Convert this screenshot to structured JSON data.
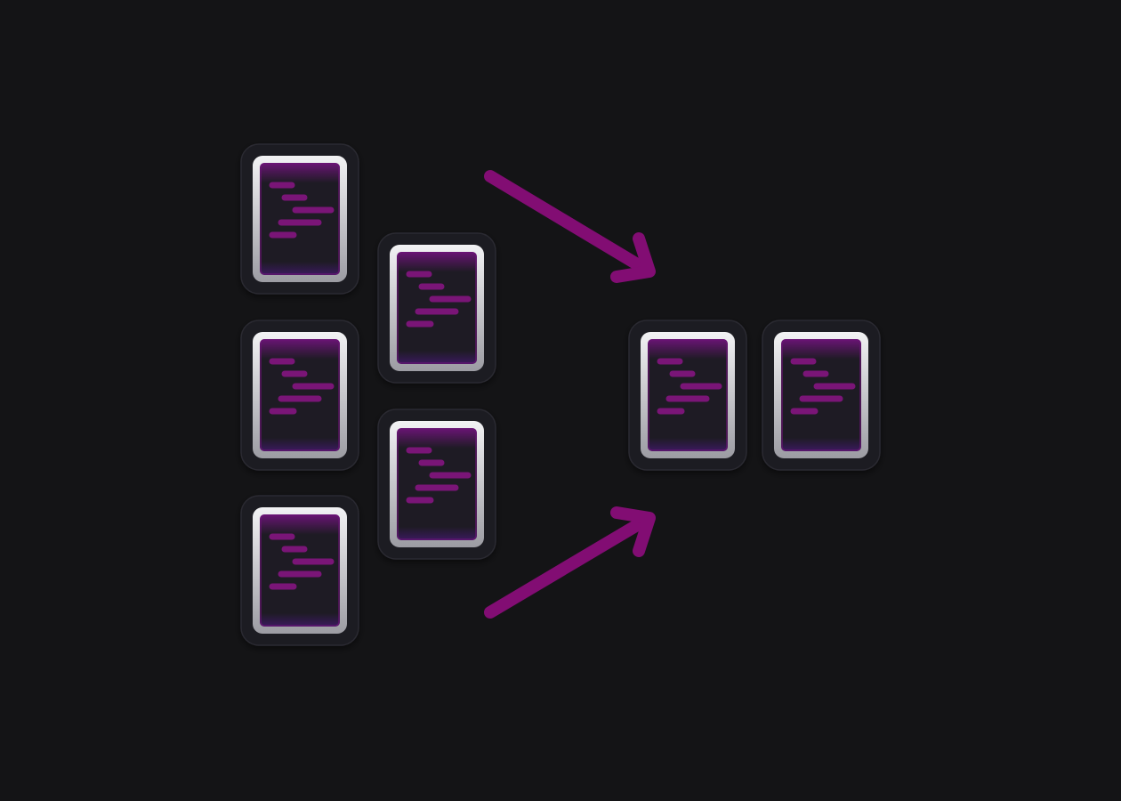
{
  "colors": {
    "background": "#141416",
    "tile_base": "#1d1c22",
    "tile_rim": "#2b2a31",
    "frame_light": "#f2f2f4",
    "frame_dark": "#9c9ca3",
    "page_fill": "#1e1b24",
    "page_accent": "#6a1475",
    "code_line": "#7a1577",
    "arrow": "#820d73"
  },
  "icons": {
    "document": "code-file-icon",
    "arrow": "arrow-right-icon"
  },
  "source_documents": [
    {
      "name": "source-file-1",
      "column": 1,
      "row": 1
    },
    {
      "name": "source-file-2",
      "column": 1,
      "row": 2
    },
    {
      "name": "source-file-3",
      "column": 1,
      "row": 3
    },
    {
      "name": "source-file-4",
      "column": 2,
      "row": 1
    },
    {
      "name": "source-file-5",
      "column": 2,
      "row": 2
    }
  ],
  "output_documents": [
    {
      "name": "output-file-1",
      "column": 1
    },
    {
      "name": "output-file-2",
      "column": 2
    }
  ],
  "arrows": [
    {
      "name": "upper-arrow",
      "direction": "down-right"
    },
    {
      "name": "lower-arrow",
      "direction": "up-right"
    }
  ]
}
